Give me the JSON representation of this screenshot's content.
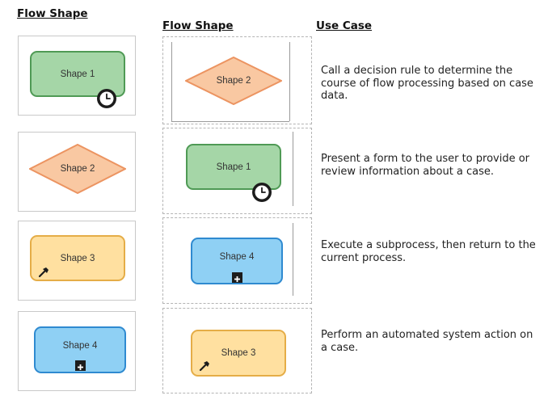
{
  "headings": {
    "left_flow_shape": "Flow Shape",
    "right_flow_shape": "Flow Shape",
    "use_case": "Use Case"
  },
  "left_column": [
    {
      "label": "Shape 1",
      "shape": "rounded-rectangle",
      "fill": "#a5d6a7",
      "stroke": "#4f9a55",
      "icon": "clock-icon"
    },
    {
      "label": "Shape 2",
      "shape": "diamond",
      "fill": "#f9c8a2",
      "stroke": "#ec9461",
      "icon": ""
    },
    {
      "label": "Shape 3",
      "shape": "rounded-rectangle",
      "fill": "#ffe0a0",
      "stroke": "#e5ad47",
      "icon": "hammer-icon"
    },
    {
      "label": "Shape 4",
      "shape": "rounded-rectangle",
      "fill": "#8fd0f4",
      "stroke": "#2f8ad0",
      "icon": "plus-icon"
    }
  ],
  "right_column": [
    {
      "label": "Shape 2",
      "use_case": "Call a decision rule to determine the course of flow processing based on case data."
    },
    {
      "label": "Shape 1",
      "use_case": "Present a form to the user to provide or review information about a case."
    },
    {
      "label": "Shape 4",
      "use_case": "Execute a subprocess, then return to the current process."
    },
    {
      "label": "Shape 3",
      "use_case": "Perform an automated system action on a case."
    }
  ]
}
